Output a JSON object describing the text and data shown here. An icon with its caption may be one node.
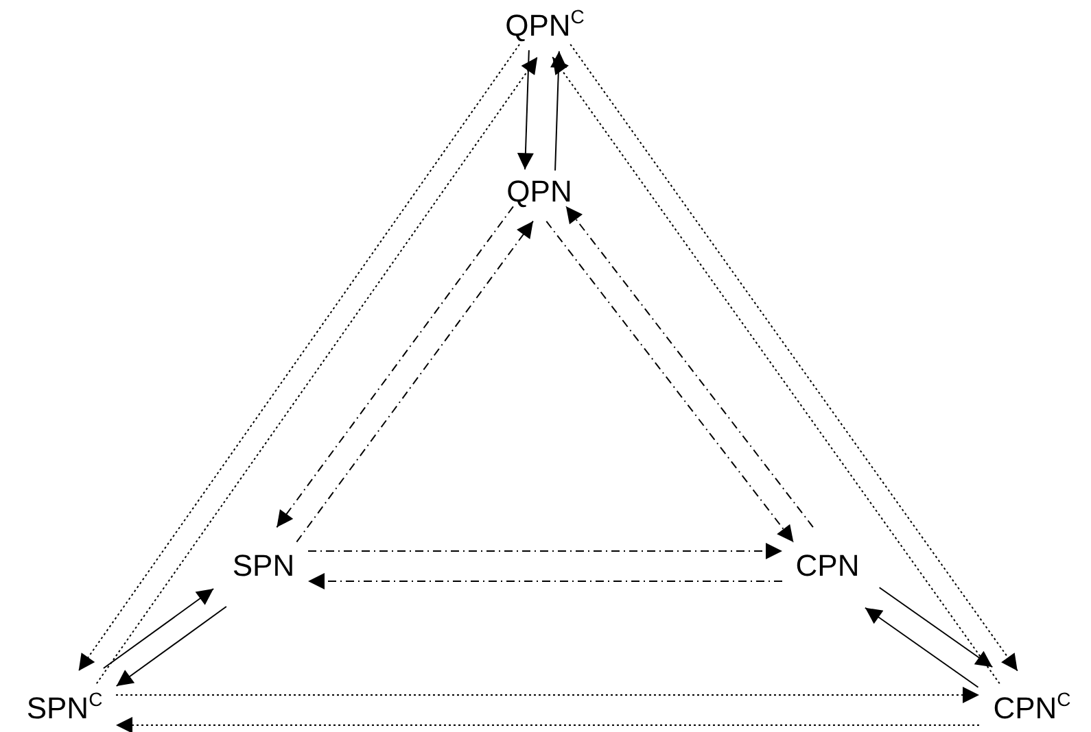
{
  "diagram": {
    "nodes": [
      {
        "text": [
          "QPN$^{C}$"
        ]
      },
      {
        "text": [
          "QPN"
        ]
      },
      {
        "text": [
          "SPN"
        ]
      },
      {
        "text": [
          "CPN"
        ]
      },
      {
        "text": [
          "SPN$^{C}$"
        ]
      },
      {
        "text": [
          "CPN$^{C}$"
        ]
      }
    ],
    "edges": [
      {
        "from": 0,
        "to": 1,
        "arrow": "to"
      },
      {
        "from": 1,
        "to": 0,
        "arrow": "to"
      },
      {
        "from": 0,
        "to": 4,
        "arrow": "to",
        "style": "dashed"
      },
      {
        "from": 4,
        "to": 0,
        "arrow": "to",
        "style": "dashed"
      },
      {
        "from": 0,
        "to": 5,
        "arrow": "to",
        "style": "dashed"
      },
      {
        "from": 5,
        "to": 0,
        "arrow": "to",
        "style": "dashed"
      },
      {
        "from": 1,
        "to": 2,
        "arrow": "to",
        "style": "dashed"
      },
      {
        "from": 2,
        "to": 1,
        "arrow": "to",
        "style": "dashed"
      },
      {
        "from": 1,
        "to": 3,
        "arrow": "to",
        "style": "dashed"
      },
      {
        "from": 3,
        "to": 1,
        "arrow": "to",
        "style": "dashed"
      },
      {
        "from": 2,
        "to": 3,
        "arrow": "to",
        "style": "dashed"
      },
      {
        "from": 3,
        "to": 2,
        "arrow": "to",
        "style": "dashed"
      },
      {
        "from": 4,
        "to": 2,
        "arrow": "to"
      },
      {
        "from": 2,
        "to": 4,
        "arrow": "to"
      },
      {
        "from": 3,
        "to": 5,
        "arrow": "to"
      },
      {
        "from": 5,
        "to": 3,
        "arrow": "to"
      },
      {
        "from": 4,
        "to": 5,
        "arrow": "to",
        "style": "dashed"
      },
      {
        "from": 5,
        "to": 4,
        "arrow": "to",
        "style": "dashed"
      }
    ]
  }
}
